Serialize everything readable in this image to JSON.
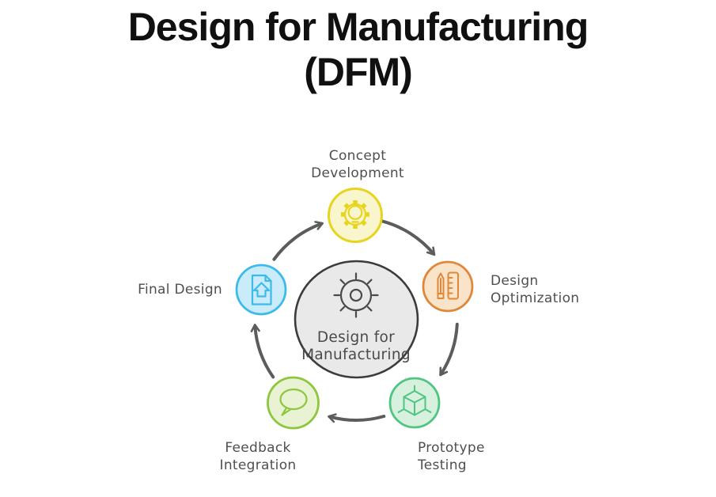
{
  "title": {
    "line1": "Design for Manufacturing",
    "line2": "(DFM)"
  },
  "colors": {
    "arrow": "#5c5c5c",
    "label_text": "#4f4f4f"
  },
  "center_node": {
    "label_line1": "Design for",
    "label_line2": "Manufacturing",
    "fill": "#e9e9e9",
    "border": "#3b3b3b",
    "icon": "sun-gear-icon",
    "icon_color": "#4a4a4a"
  },
  "nodes": [
    {
      "id": "concept-development",
      "label_line1": "Concept",
      "label_line2": "Development",
      "fill": "#f9f5cc",
      "border": "#e6d41e",
      "icon": "gear-lightbulb-icon"
    },
    {
      "id": "design-optimization",
      "label_line1": "Design",
      "label_line2": "Optimization",
      "fill": "#f9e3c9",
      "border": "#e0883a",
      "icon": "pencil-ruler-icon"
    },
    {
      "id": "prototype-testing",
      "label_line1": "Prototype",
      "label_line2": "Testing",
      "fill": "#d8f1df",
      "border": "#50c581",
      "icon": "3d-cube-icon"
    },
    {
      "id": "feedback-integration",
      "label_line1": "Feedback",
      "label_line2": "Integration",
      "fill": "#e9f3d3",
      "border": "#8dc63f",
      "icon": "speech-bubble-icon"
    },
    {
      "id": "final-design",
      "label_line1": "Final Design",
      "label_line2": "",
      "fill": "#c9ebfa",
      "border": "#3cbbea",
      "icon": "document-home-icon"
    }
  ]
}
